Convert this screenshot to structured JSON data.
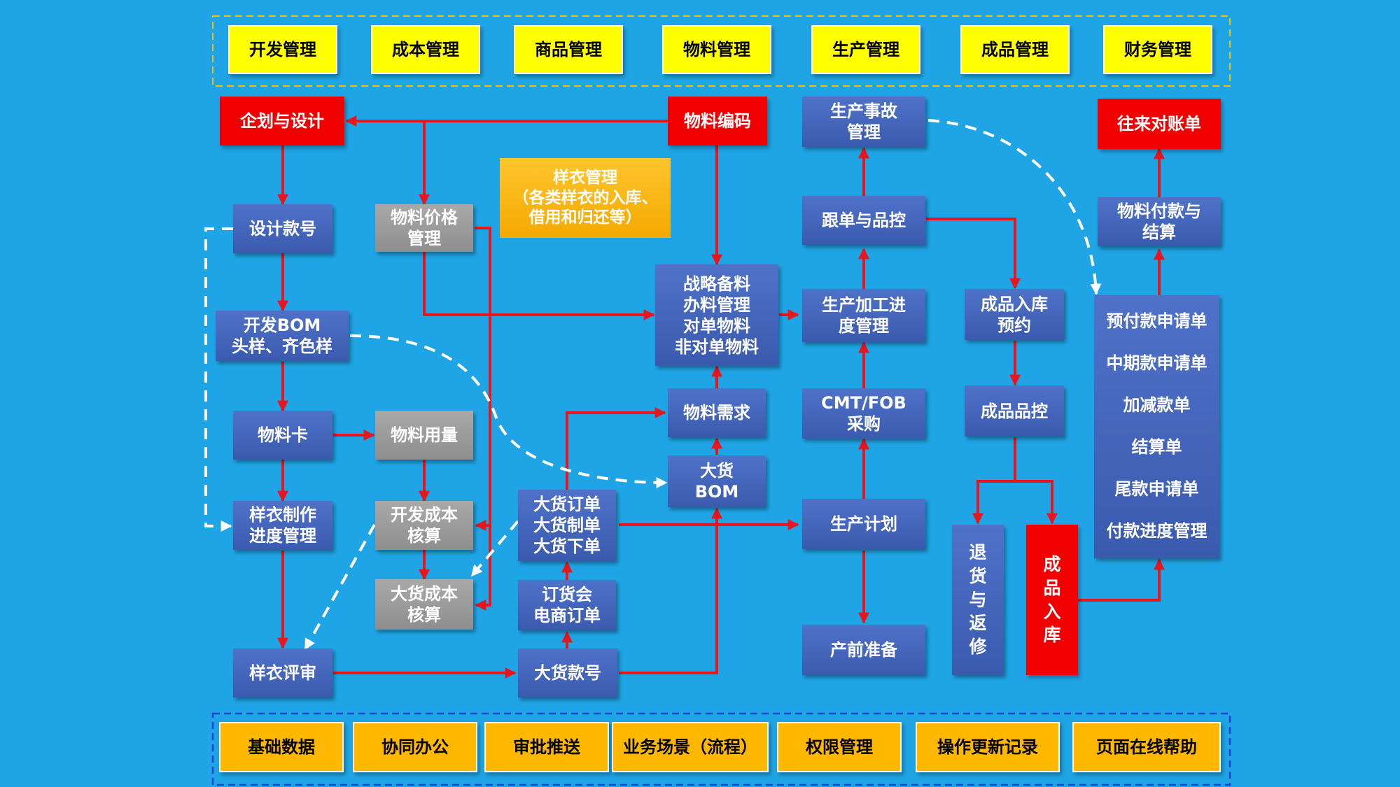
{
  "colors": {
    "background": "#1FA5E5",
    "flow_arrow": "#E8141E",
    "dashed_arrow": "#FFFFFF",
    "module_yellow": "#FFFF00",
    "module_orange": "#FFB800",
    "highlight_red": "#F00000",
    "process_blue": "#4565BE",
    "process_gray": "#9B9B9B"
  },
  "top_modules": [
    "开发管理",
    "成本管理",
    "商品管理",
    "物料管理",
    "生产管理",
    "成品管理",
    "财务管理"
  ],
  "bottom_modules": [
    "基础数据",
    "协同办公",
    "审批推送",
    "业务场景（流程）",
    "权限管理",
    "操作更新记录",
    "页面在线帮助"
  ],
  "nodes": {
    "planning_design": "企划与设计",
    "material_code": "物料编码",
    "production_incident": "生产事故\n管理",
    "statement": "往来对账单",
    "design_style_no": "设计款号",
    "material_price": "物料价格\n管理",
    "sample_mgmt": "样衣管理\n（各类样衣的入库、\n借用和归还等）",
    "follow_qc": "跟单与品控",
    "material_payment": "物料付款与\n结算",
    "dev_bom": "开发BOM\n头样、齐色样",
    "strategic_material": "战略备料\n办料管理\n对单物料\n非对单物料",
    "production_progress": "生产加工进\n度管理",
    "fg_inbound_booking": "成品入库\n预约",
    "material_card": "物料卡",
    "material_usage": "物料用量",
    "material_demand": "物料需求",
    "cmt_fob": "CMT/FOB\n采购",
    "fg_qc": "成品品控",
    "bulk_bom": "大货\nBOM",
    "sample_progress": "样衣制作\n进度管理",
    "dev_cost": "开发成本\n核算",
    "bulk_order": "大货订单\n大货制单\n大货下单",
    "production_plan": "生产计划",
    "bulk_cost": "大货成本\n核算",
    "order_fair": "订货会\n电商订单",
    "return_repair": "退\n货\n与\n返\n修",
    "fg_inbound": "成\n品\n入\n库",
    "sample_review": "样衣评审",
    "bulk_style_no": "大货款号",
    "pre_production": "产前准备"
  },
  "finance_items": [
    "预付款申请单",
    "中期款申请单",
    "加减款单",
    "结算单",
    "尾款申请单",
    "付款进度管理"
  ]
}
